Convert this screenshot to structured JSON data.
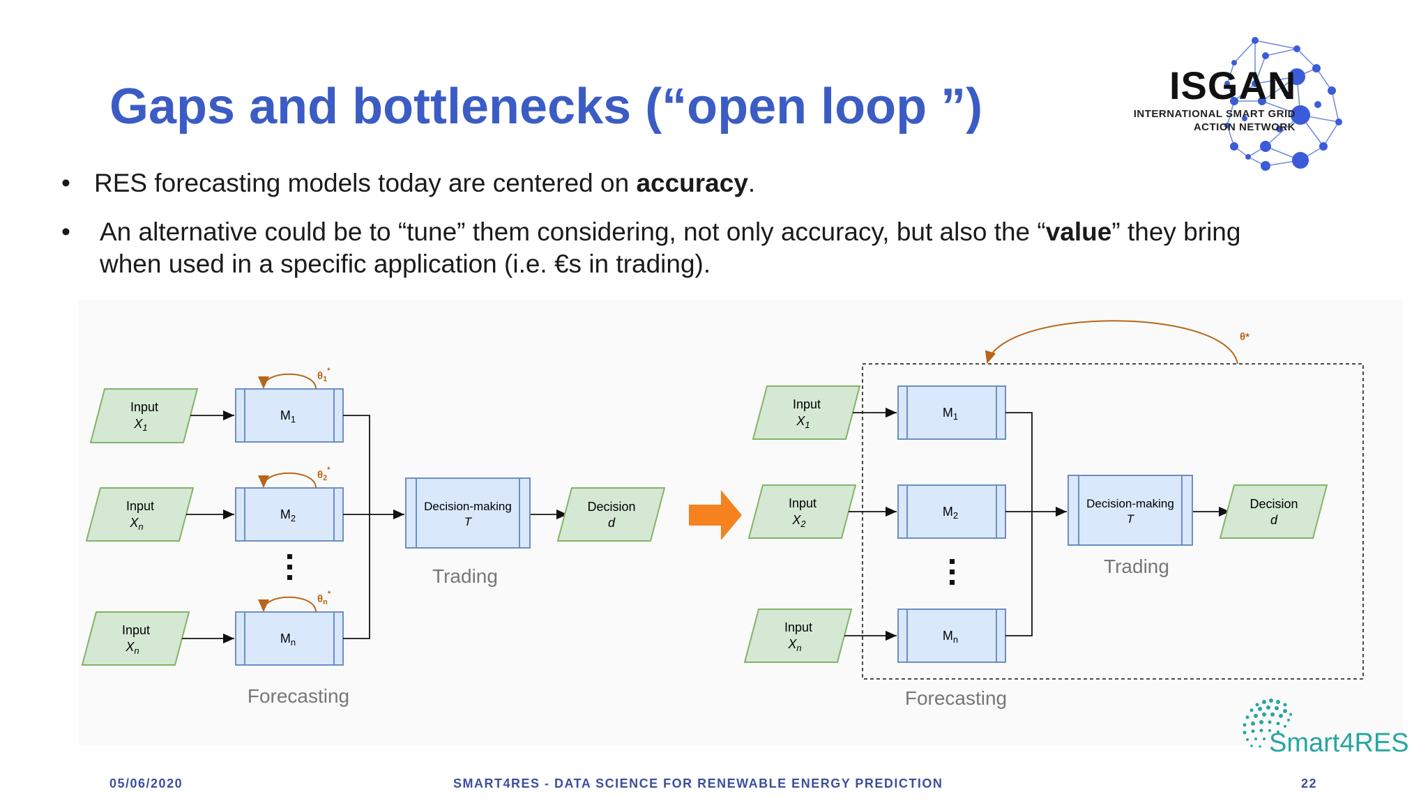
{
  "slide": {
    "title": "Gaps and bottlenecks (“open loop ”)",
    "bullets": [
      {
        "pre": "RES forecasting models today are centered on ",
        "bold": "accuracy",
        "post": "."
      },
      {
        "pre": "An alternative could be to “tune” them considering, not only accuracy, but also the “",
        "bold": "value",
        "post": "” they bring",
        "line2": "when used in a specific application (i.e. €s in trading)."
      }
    ],
    "bullet_char": "•"
  },
  "logos": {
    "isgan_word": "ISGAN",
    "isgan_sub1": "INTERNATIONAL SMART GRID",
    "isgan_sub2": "ACTION NETWORK",
    "smart4res": "Smart4RES"
  },
  "footer": {
    "date": "05/06/2020",
    "center": "SMART4RES - DATA SCIENCE FOR RENEWABLE ENERGY PREDICTION",
    "page": "22"
  },
  "diagram_left": {
    "inputs": [
      {
        "label": "Input",
        "var": "X",
        "sub": "1"
      },
      {
        "label": "Input",
        "var": "X",
        "sub": "n"
      },
      {
        "label": "Input",
        "var": "X",
        "sub": "n"
      }
    ],
    "models": [
      {
        "label": "M",
        "sub": "1",
        "theta": "θ",
        "theta_sub": "1",
        "theta_sup": "*"
      },
      {
        "label": "M",
        "sub": "2",
        "theta": "θ",
        "theta_sub": "2",
        "theta_sup": "*"
      },
      {
        "label": "M",
        "sub": "n",
        "theta": "θ",
        "theta_sub": "n",
        "theta_sup": "*"
      }
    ],
    "decision_making": {
      "label": "Decision-making",
      "var": "T"
    },
    "decision": {
      "label": "Decision",
      "var": "d"
    },
    "trading_label": "Trading",
    "forecasting_label": "Forecasting"
  },
  "diagram_right": {
    "inputs": [
      {
        "label": "Input",
        "var": "X",
        "sub": "1"
      },
      {
        "label": "Input",
        "var": "X",
        "sub": "2"
      },
      {
        "label": "Input",
        "var": "X",
        "sub": "n"
      }
    ],
    "models": [
      {
        "label": "M",
        "sub": "1"
      },
      {
        "label": "M",
        "sub": "2"
      },
      {
        "label": "M",
        "sub": "n"
      }
    ],
    "theta_global": "θ*",
    "decision_making": {
      "label": "Decision-making",
      "var": "T"
    },
    "decision": {
      "label": "Decision",
      "var": "d"
    },
    "trading_label": "Trading",
    "forecasting_label": "Forecasting"
  },
  "colors": {
    "title": "#3b5cc4",
    "input_fill": "#d5e8d4",
    "input_stroke": "#82b366",
    "model_fill": "#dae8fc",
    "model_stroke": "#6c8ebf",
    "feedback": "#b8651a",
    "arrow_orange": "#f5821f"
  }
}
